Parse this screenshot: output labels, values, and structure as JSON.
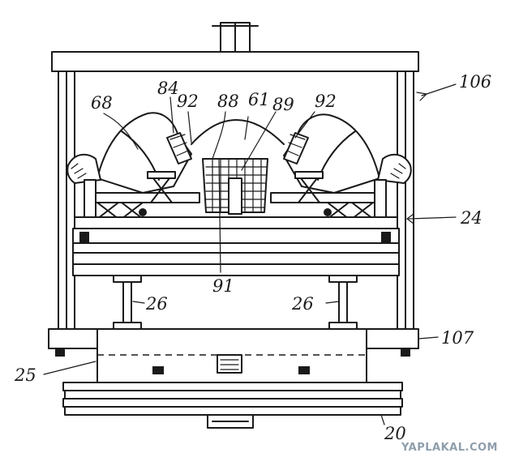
{
  "labels": {
    "n68": "68",
    "n84": "84",
    "n92a": "92",
    "n88": "88",
    "n61": "61",
    "n89": "89",
    "n92b": "92",
    "n106": "106",
    "n24": "24",
    "n26a": "26",
    "n26b": "26",
    "n91": "91",
    "n107": "107",
    "n25": "25",
    "n20": "20"
  },
  "watermark": "YAPLAKAL.COM"
}
